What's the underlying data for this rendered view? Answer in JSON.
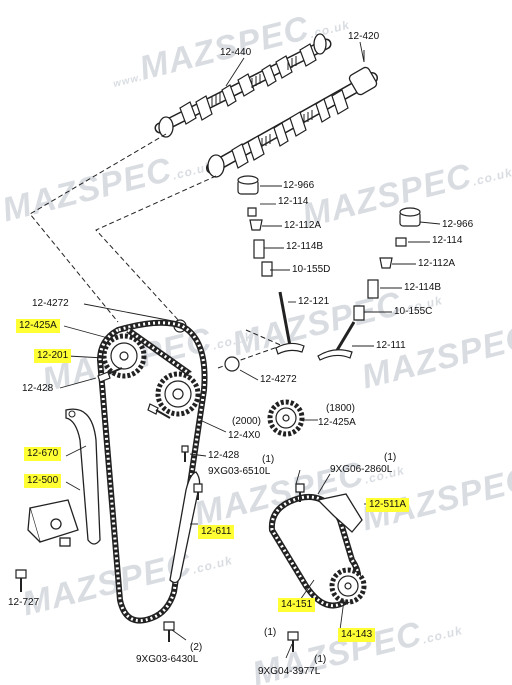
{
  "diagram": {
    "watermark": {
      "site_small": "www.",
      "brand": "MAZSPEC",
      "domain": ".co.uk"
    },
    "part_labels": [
      {
        "id": "p-12-440",
        "text": "12-440",
        "highlight": false
      },
      {
        "id": "p-12-420",
        "text": "12-420",
        "highlight": false
      },
      {
        "id": "p-12-966-a",
        "text": "12-966",
        "highlight": false
      },
      {
        "id": "p-12-114-a",
        "text": "12-114",
        "highlight": false
      },
      {
        "id": "p-12-112a-a",
        "text": "12-112A",
        "highlight": false
      },
      {
        "id": "p-12-114b-a",
        "text": "12-114B",
        "highlight": false
      },
      {
        "id": "p-10-155d",
        "text": "10-155D",
        "highlight": false
      },
      {
        "id": "p-12-966-b",
        "text": "12-966",
        "highlight": false
      },
      {
        "id": "p-12-114-b",
        "text": "12-114",
        "highlight": false
      },
      {
        "id": "p-12-112a-b",
        "text": "12-112A",
        "highlight": false
      },
      {
        "id": "p-12-114b-b",
        "text": "12-114B",
        "highlight": false
      },
      {
        "id": "p-10-155c",
        "text": "10-155C",
        "highlight": false
      },
      {
        "id": "p-12-121",
        "text": "12-121",
        "highlight": false
      },
      {
        "id": "p-12-111",
        "text": "12-111",
        "highlight": false
      },
      {
        "id": "p-12-4272-a",
        "text": "12-4272",
        "highlight": false
      },
      {
        "id": "p-12-425a-a",
        "text": "12-425A",
        "highlight": true
      },
      {
        "id": "p-12-201",
        "text": "12-201",
        "highlight": true
      },
      {
        "id": "p-12-428-a",
        "text": "12-428",
        "highlight": false
      },
      {
        "id": "p-12-4272-b",
        "text": "12-4272",
        "highlight": false
      },
      {
        "id": "p-2000",
        "text": "(2000)",
        "highlight": false
      },
      {
        "id": "p-12-4x0",
        "text": "12-4X0",
        "highlight": false
      },
      {
        "id": "p-1800",
        "text": "(1800)",
        "highlight": false
      },
      {
        "id": "p-12-425a-b",
        "text": "12-425A",
        "highlight": false
      },
      {
        "id": "p-12-428-b",
        "text": "12-428",
        "highlight": false
      },
      {
        "id": "p-12-670",
        "text": "12-670",
        "highlight": true
      },
      {
        "id": "p-12-500",
        "text": "12-500",
        "highlight": true
      },
      {
        "id": "p-9xg03-6510l",
        "text": "9XG03-6510L",
        "highlight": false
      },
      {
        "id": "p-q1-a",
        "text": "(1)",
        "highlight": false
      },
      {
        "id": "p-9xg06-2860l",
        "text": "9XG06-2860L",
        "highlight": false
      },
      {
        "id": "p-q1-b",
        "text": "(1)",
        "highlight": false
      },
      {
        "id": "p-12-511a",
        "text": "12-511A",
        "highlight": true
      },
      {
        "id": "p-12-611",
        "text": "12-611",
        "highlight": true
      },
      {
        "id": "p-12-727",
        "text": "12-727",
        "highlight": false
      },
      {
        "id": "p-14-151",
        "text": "14-151",
        "highlight": true
      },
      {
        "id": "p-14-143",
        "text": "14-143",
        "highlight": true
      },
      {
        "id": "p-q1-c",
        "text": "(1)",
        "highlight": false
      },
      {
        "id": "p-q2",
        "text": "(2)",
        "highlight": false
      },
      {
        "id": "p-9xg03-6430l",
        "text": "9XG03-6430L",
        "highlight": false
      },
      {
        "id": "p-q1-d",
        "text": "(1)",
        "highlight": false
      },
      {
        "id": "p-9xg04-3977l",
        "text": "9XG04-3977L",
        "highlight": false
      }
    ]
  }
}
